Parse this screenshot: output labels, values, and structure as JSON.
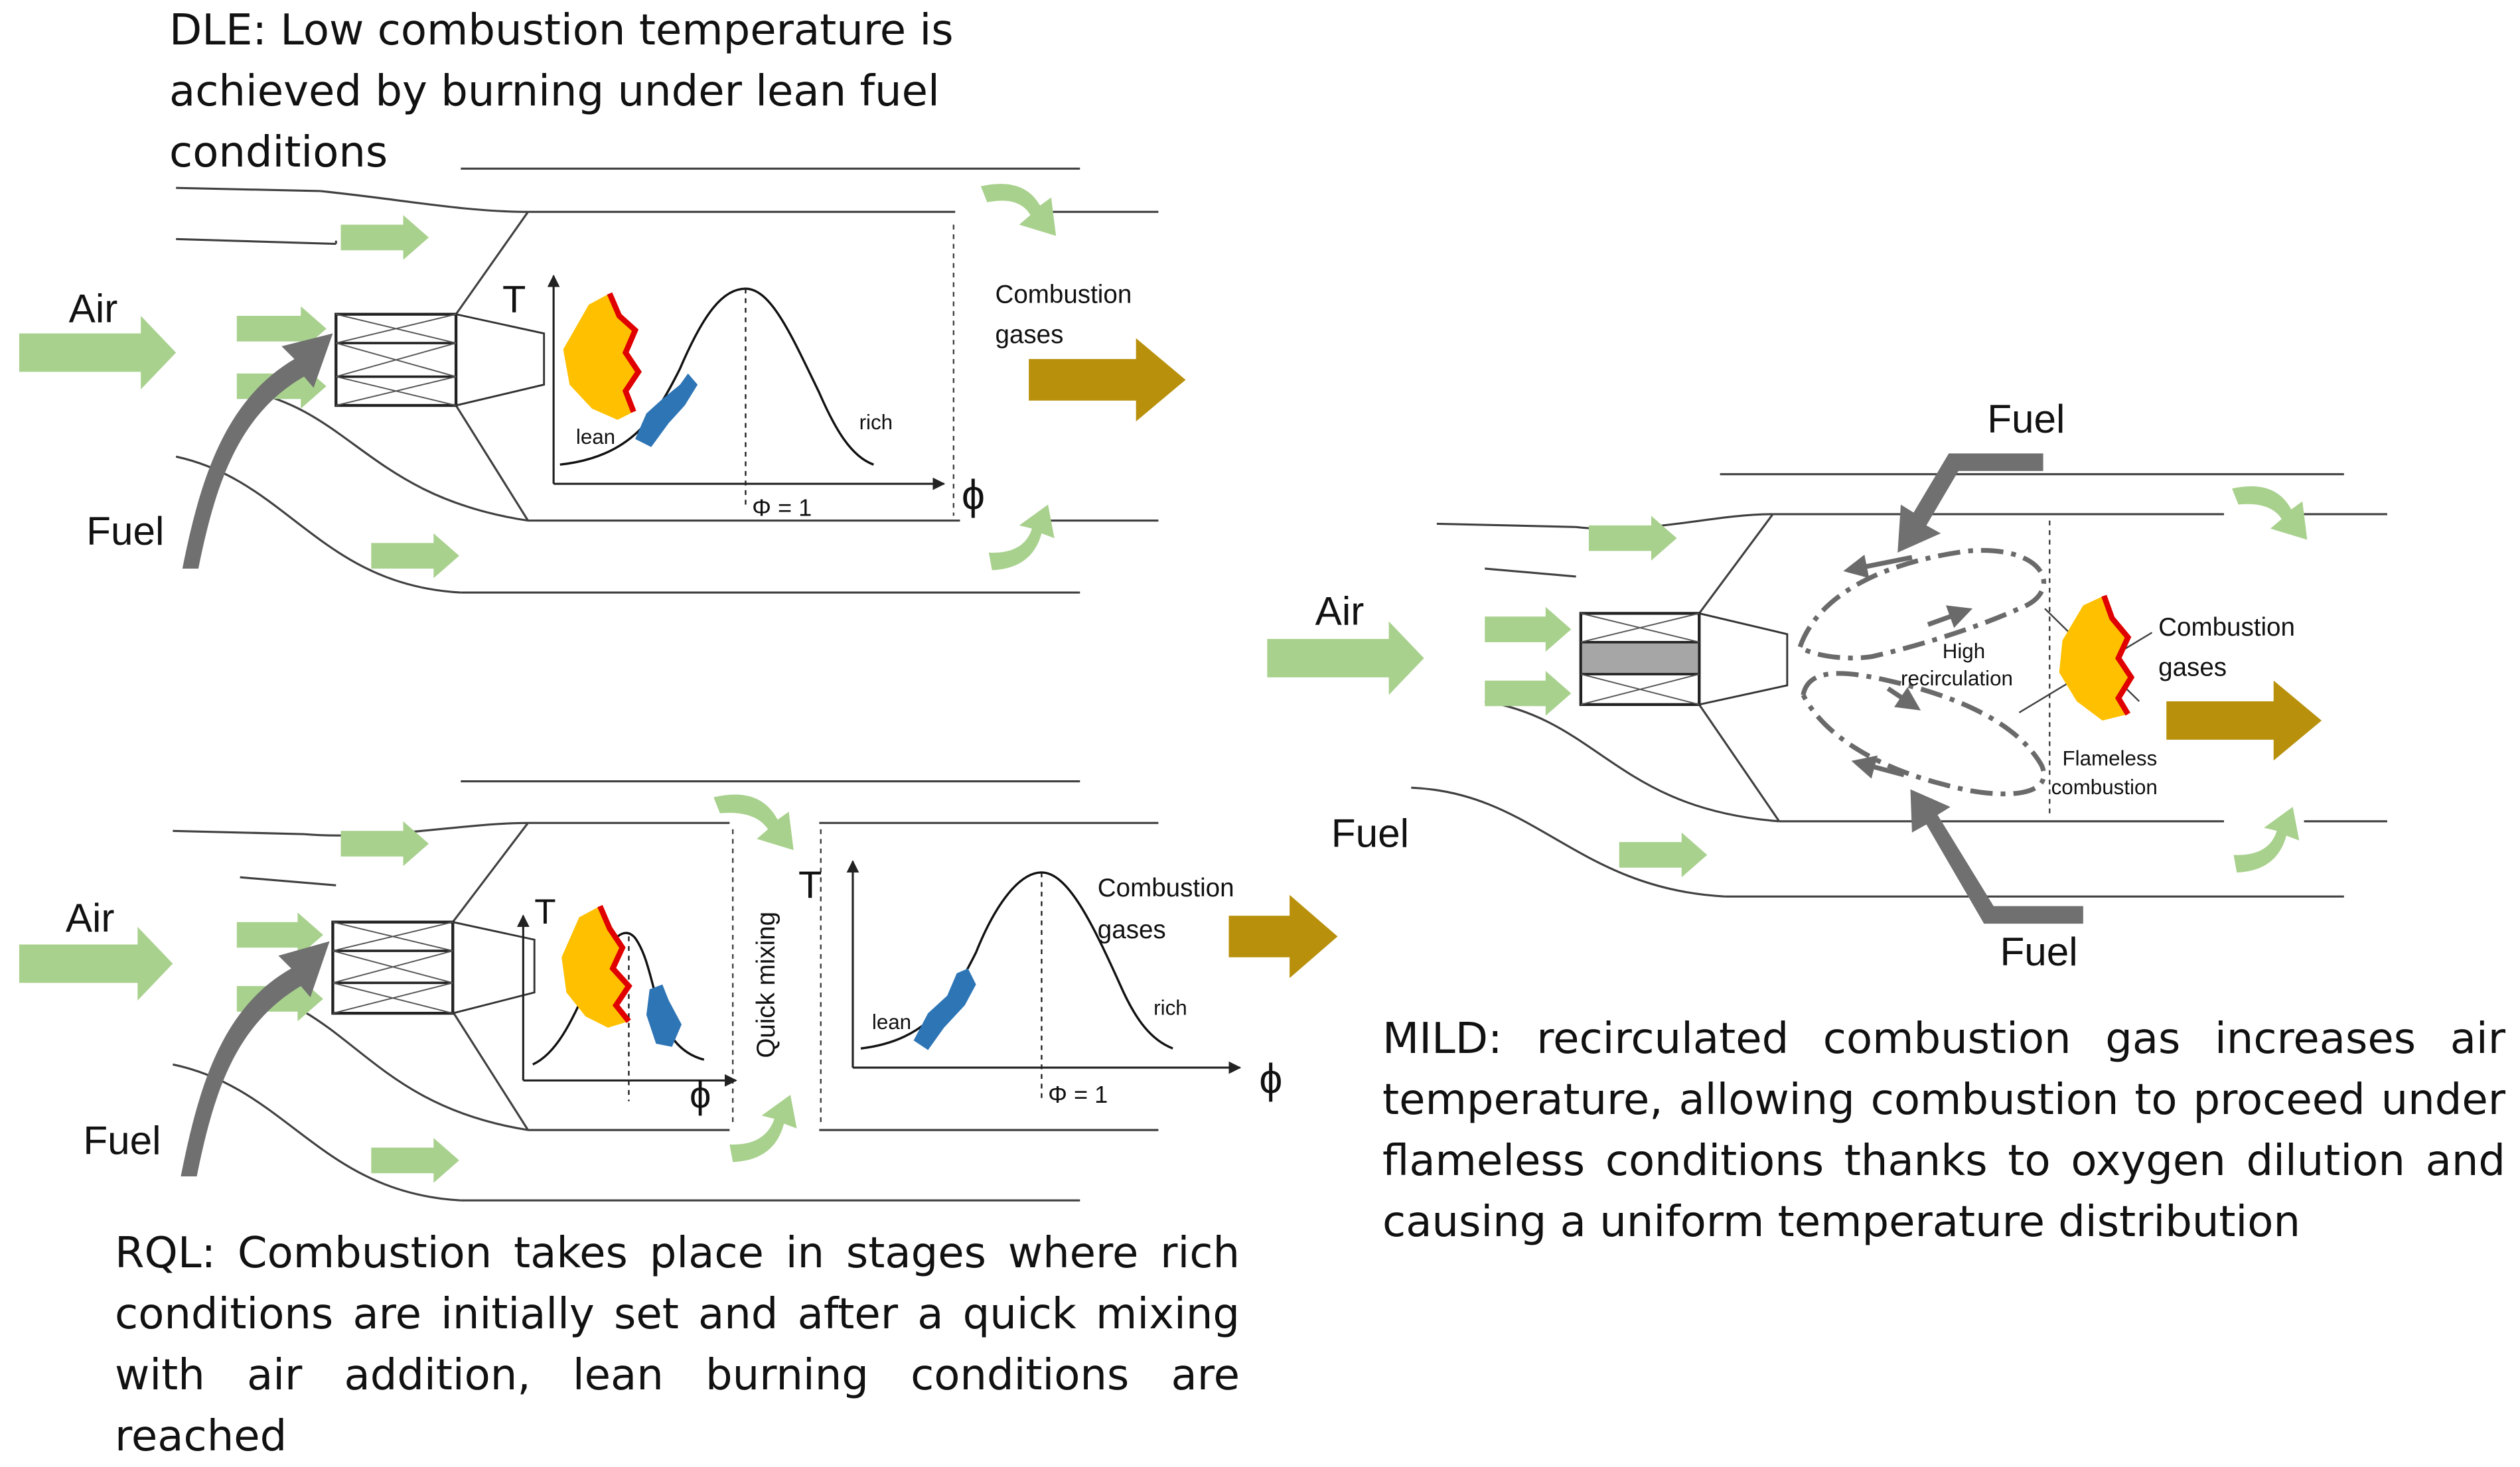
{
  "dle": {
    "caption_lines": [
      "DLE: Low combustion temperature is",
      "achieved by burning under lean fuel",
      "conditions"
    ],
    "air": "Air",
    "fuel": "Fuel",
    "axis_t": "T",
    "axis_phi": "ϕ",
    "phi_eq": "Φ = 1",
    "lean": "lean",
    "rich": "rich",
    "gases_1": "Combustion",
    "gases_2": "gases"
  },
  "rql": {
    "caption_lines": [
      "RQL: Combustion takes place in stages where rich",
      "conditions are initially set and after a quick mixing",
      "with air addition, lean burning conditions are reached"
    ],
    "air": "Air",
    "fuel": "Fuel",
    "axis_t1": "T",
    "axis_phi1": "ϕ",
    "quick_mixing": "Quick mixing",
    "axis_t2": "T",
    "axis_phi2": "ϕ",
    "phi_eq": "Φ = 1",
    "lean": "lean",
    "rich": "rich",
    "gases_1": "Combustion",
    "gases_2": "gases"
  },
  "mild": {
    "caption_lines": [
      "MILD: recirculated combustion gas increases air",
      "temperature, allowing combustion to proceed under",
      "flameless conditions thanks to oxygen dilution and",
      "causing a uniform temperature distribution"
    ],
    "air": "Air",
    "fuel_top": "Fuel",
    "fuel_left": "Fuel",
    "fuel_bottom": "Fuel",
    "high_1": "High",
    "high_2": "recirculation",
    "gases_1": "Combustion",
    "gases_2": "gases",
    "flameless_1": "Flameless",
    "flameless_2": "combustion"
  },
  "colors": {
    "air_arrow": "#a9d18e",
    "fuel_arrow": "#707070",
    "gas_arrow": "#b8900b",
    "flame_orange": "#ffc000",
    "flame_red": "#e00000",
    "lean_blue": "#2e75b6",
    "line": "#404040"
  }
}
